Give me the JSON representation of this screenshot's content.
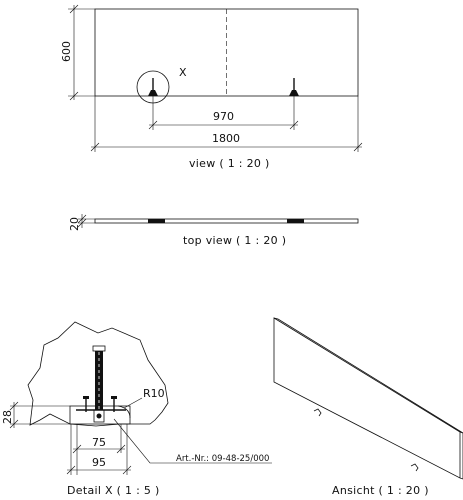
{
  "front_view": {
    "caption": "view ( 1 : 20 )",
    "dim_height": "600",
    "dim_spacing": "970",
    "dim_width": "1800",
    "detail_marker": "X"
  },
  "top_view": {
    "caption": "top view ( 1 : 20 )",
    "dim_thickness": "20"
  },
  "detail": {
    "caption": "Detail X ( 1 : 5 )",
    "dim_height": "28",
    "dim_inner": "75",
    "dim_outer": "95",
    "radius": "R10",
    "article": "Art.-Nr.: 09-48-25/000"
  },
  "iso_view": {
    "caption": "Ansicht ( 1 : 20 )"
  }
}
